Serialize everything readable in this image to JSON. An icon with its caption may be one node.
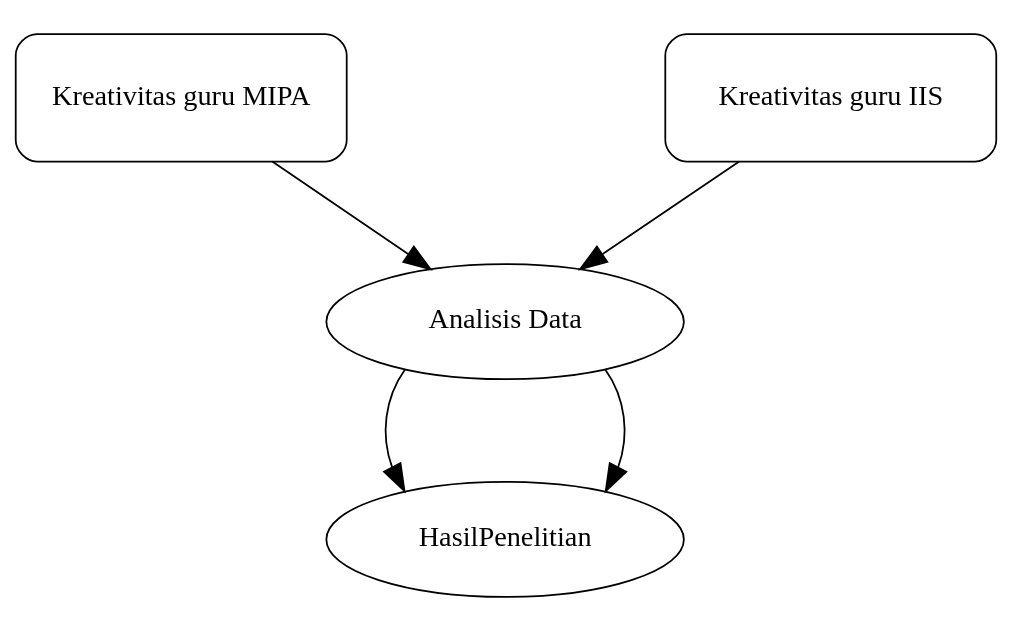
{
  "diagram": {
    "nodes": [
      {
        "text": [
          "Kreativitas guru MIPA"
        ]
      },
      {
        "text": [
          "Kreativitas guru IIS"
        ]
      },
      {
        "text": [
          "Analisis Data"
        ]
      },
      {
        "text": [
          "HasilPenelitian"
        ]
      }
    ],
    "edges": [
      {
        "from": 0,
        "to": 2,
        "arrow": "to"
      },
      {
        "from": 1,
        "to": 2,
        "arrow": "to"
      },
      {
        "from": 2,
        "to": 3,
        "arrow": "to"
      },
      {
        "from": 2,
        "to": 3,
        "arrow": "to"
      }
    ]
  }
}
